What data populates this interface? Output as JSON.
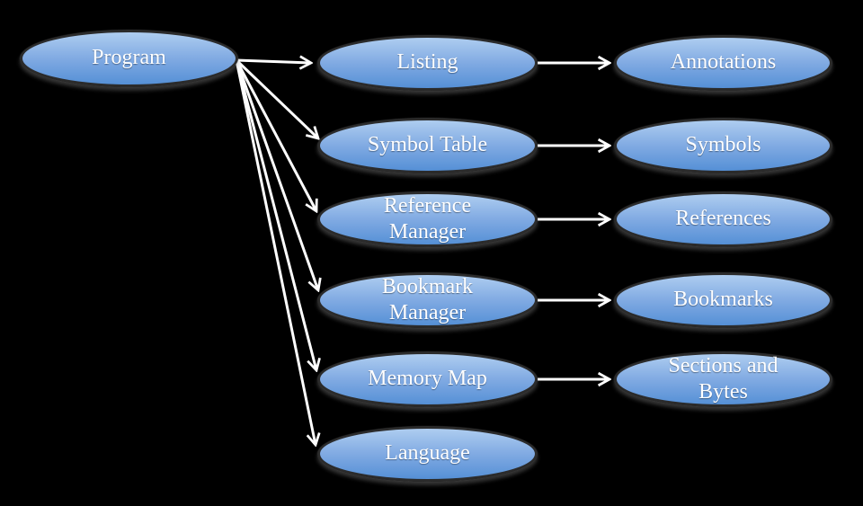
{
  "theme": {
    "bg": "#000000",
    "node-fill-top": "#aecdf0",
    "node-fill-mid": "#7fa9e2",
    "node-fill-bottom": "#5590d6",
    "node-border": "#2b2b2b",
    "node-text": "#ffffff",
    "arrow-color": "#ffffff"
  },
  "nodes": {
    "program": {
      "label": "Program"
    },
    "listing": {
      "label": "Listing"
    },
    "symbol_table": {
      "label": "Symbol Table"
    },
    "reference_manager": {
      "label": "Reference Manager"
    },
    "bookmark_manager": {
      "label": "Bookmark Manager"
    },
    "memory_map": {
      "label": "Memory Map"
    },
    "language": {
      "label": "Language"
    },
    "annotations": {
      "label": "Annotations"
    },
    "symbols": {
      "label": "Symbols"
    },
    "references": {
      "label": "References"
    },
    "bookmarks": {
      "label": "Bookmarks"
    },
    "sections_bytes": {
      "label": "Sections and Bytes"
    }
  },
  "edges": [
    {
      "from": "Program",
      "to": "Listing"
    },
    {
      "from": "Program",
      "to": "Symbol Table"
    },
    {
      "from": "Program",
      "to": "Reference Manager"
    },
    {
      "from": "Program",
      "to": "Bookmark Manager"
    },
    {
      "from": "Program",
      "to": "Memory Map"
    },
    {
      "from": "Program",
      "to": "Language"
    },
    {
      "from": "Listing",
      "to": "Annotations"
    },
    {
      "from": "Symbol Table",
      "to": "Symbols"
    },
    {
      "from": "Reference Manager",
      "to": "References"
    },
    {
      "from": "Bookmark Manager",
      "to": "Bookmarks"
    },
    {
      "from": "Memory Map",
      "to": "Sections and Bytes"
    }
  ]
}
